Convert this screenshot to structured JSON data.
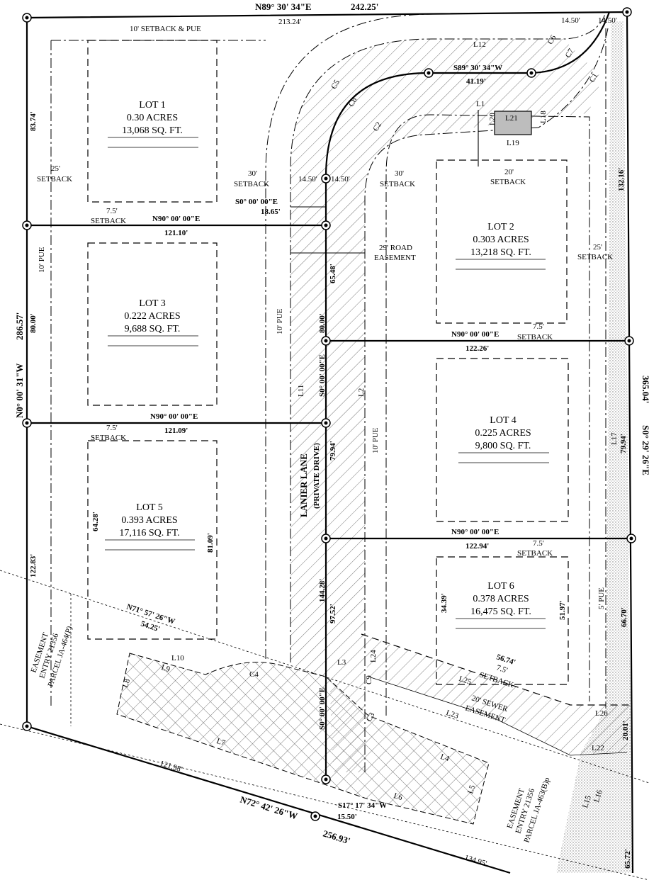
{
  "boundary": {
    "north": {
      "bearing": "N89° 30' 34\"E",
      "distance": "242.25'",
      "segment": "213.24'"
    },
    "west": {
      "bearing": "N0° 00' 31\"W",
      "distance": "286.57'"
    },
    "east": {
      "bearing": "S0° 29' 26\"E",
      "distance": "365.04'"
    },
    "south": {
      "bearing": "N72° 42' 26\"W",
      "distance": "256.93'",
      "segment_a": "121.98'",
      "segment_b": "134.95'"
    }
  },
  "lots": [
    {
      "name": "LOT 1",
      "acres": "0.30 ACRES",
      "sqft": "13,068  SQ. FT."
    },
    {
      "name": "LOT 2",
      "acres": "0.303 ACRES",
      "sqft": "13,218 SQ. FT."
    },
    {
      "name": "LOT 3",
      "acres": "0.222 ACRES",
      "sqft": "9,688 SQ. FT."
    },
    {
      "name": "LOT 4",
      "acres": "0.225 ACRES",
      "sqft": "9,800 SQ. FT."
    },
    {
      "name": "LOT 5",
      "acres": "0.393 ACRES",
      "sqft": "17,116 SQ. FT."
    },
    {
      "name": "LOT 6",
      "acres": "0.378 ACRES",
      "sqft": "16,475 SQ. FT."
    }
  ],
  "road": {
    "name": "LANIER LANE",
    "sub": "(PRIVATE DRIVE)",
    "easement": "29' ROAD EASEMENT"
  },
  "lot_lines": {
    "b1": "N90° 00' 00\"E",
    "d1": "121.10'",
    "b2": "N90° 00' 00\"E",
    "d2": "121.09'",
    "b3": "N90° 00' 00\"E",
    "d3": "122.26'",
    "b4": "N90° 00' 00\"E",
    "d4": "122.94'"
  },
  "labels": {
    "setback_pue": "10' SETBACK & PUE",
    "setback25": "25'",
    "setback_word": "SETBACK",
    "setback30": "30'",
    "setback20": "20'",
    "setback75": "7.5'",
    "pue10": "10' PUE",
    "pue5": "5' PUE",
    "s0_bearing": "S0° 00' 00\"E",
    "s0_dist": "18.65'",
    "s89": "S89° 30' 34\"W",
    "s89_dist": "41.19'",
    "w1450": "14.50'",
    "n71": "N71° 57' 26\"W",
    "n71_dist": "54.25'",
    "s17": "S17° 17' 34\"W",
    "s17_dist": "15.50'",
    "sewer": "20' SEWER",
    "sewer2": "EASEMENT",
    "ease_w1": "EASEMENT",
    "ease_w2": "ENTRY 21356",
    "ease_w3": "PARCEL JA-464(P)",
    "ease_e1": "EASEMENT",
    "ease_e2": "ENTRY 21356",
    "ease_e3": "PARCEL JA-463(B)p"
  },
  "dims": {
    "d8374": "83.74'",
    "d12283": "122.83'",
    "d8000a": "80.00'",
    "d6428": "64.28'",
    "d8109": "81.09'",
    "d6548": "65.48'",
    "d8000b": "80.00'",
    "d7994a": "79.94'",
    "d14428": "144.28'",
    "d9752": "97.52'",
    "d13216": "132.16'",
    "d7994b": "79.94'",
    "d6670": "66.70'",
    "d2001": "20.01'",
    "d6572": "65.72'",
    "d3439": "34.39'",
    "d5197": "51.97'",
    "d5674": "56.74'"
  },
  "curves": [
    "C1",
    "C2",
    "C3",
    "C4",
    "C5",
    "C6",
    "C7",
    "C8",
    "C9"
  ],
  "line_tags": [
    "L1",
    "L2",
    "L3",
    "L4",
    "L5",
    "L6",
    "L7",
    "L8",
    "L9",
    "L10",
    "L11",
    "L12",
    "L15",
    "L16",
    "L17",
    "L18",
    "L19",
    "L20",
    "L21",
    "L22",
    "L23",
    "L24",
    "L25",
    "L26"
  ]
}
